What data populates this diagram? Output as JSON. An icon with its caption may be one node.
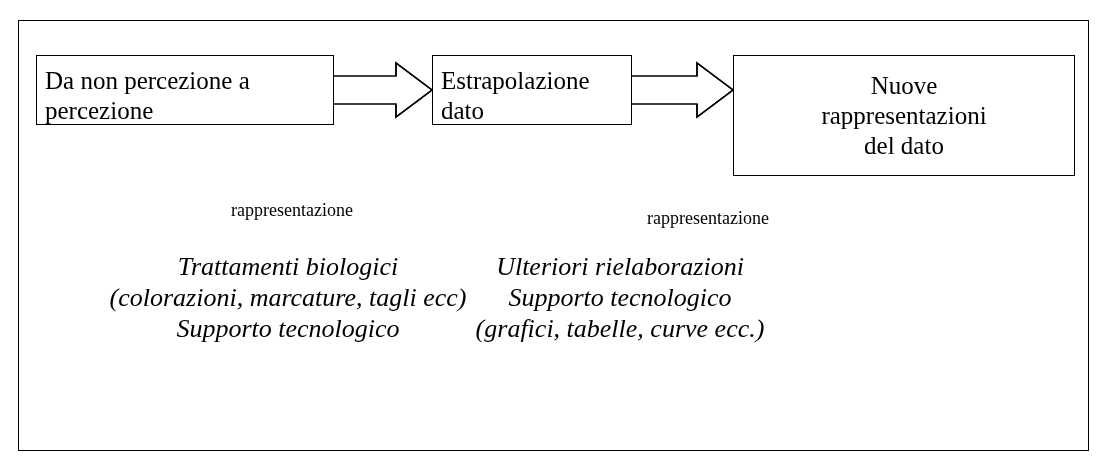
{
  "diagram": {
    "nodes": [
      {
        "text": [
          "Da non percezione a percezione"
        ]
      },
      {
        "text": [
          "Estrapolazione dato"
        ]
      },
      {
        "text": [
          "Nuove rappresentazioni del dato"
        ]
      }
    ],
    "edges": [
      {
        "from": 0,
        "to": 1,
        "arrow": "to"
      },
      {
        "from": 1,
        "to": 2,
        "arrow": "to"
      }
    ],
    "labels": [
      "rappresentazione",
      "rappresentazione",
      "Trattamenti biologici",
      "(colorazioni, marcature, tagli ecc)",
      "Supporto tecnologico",
      "Ulteriori rielaborazioni",
      "Supporto tecnologico",
      "(grafici, tabelle, curve ecc.)"
    ]
  }
}
